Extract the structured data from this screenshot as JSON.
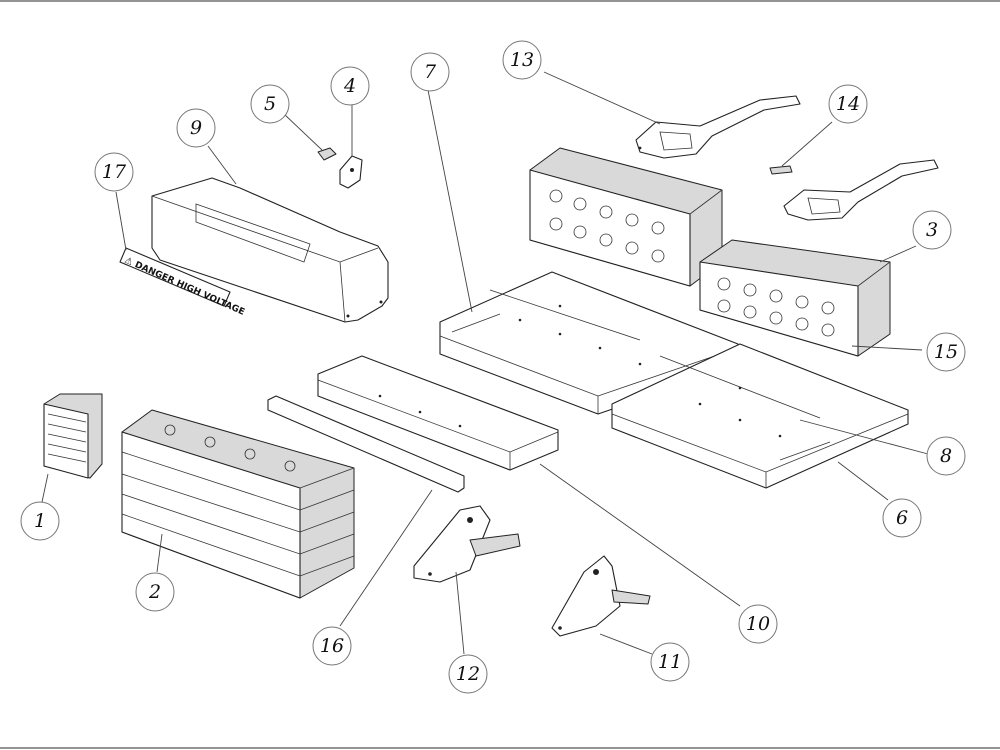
{
  "diagram": {
    "callouts": [
      {
        "id": "c1",
        "label": "1"
      },
      {
        "id": "c2",
        "label": "2"
      },
      {
        "id": "c3",
        "label": "3"
      },
      {
        "id": "c4",
        "label": "4"
      },
      {
        "id": "c5",
        "label": "5"
      },
      {
        "id": "c6",
        "label": "6"
      },
      {
        "id": "c7",
        "label": "7"
      },
      {
        "id": "c8",
        "label": "8"
      },
      {
        "id": "c9",
        "label": "9"
      },
      {
        "id": "c10",
        "label": "10"
      },
      {
        "id": "c11",
        "label": "11"
      },
      {
        "id": "c12",
        "label": "12"
      },
      {
        "id": "c13",
        "label": "13"
      },
      {
        "id": "c14",
        "label": "14"
      },
      {
        "id": "c15",
        "label": "15"
      },
      {
        "id": "c16",
        "label": "16"
      },
      {
        "id": "c17",
        "label": "17"
      }
    ],
    "warning_label_text": "⚠ DANGER HIGH VOLTAGE",
    "colors": {
      "line": "#222222",
      "shade": "#d9d9d9",
      "background": "#ffffff"
    }
  }
}
